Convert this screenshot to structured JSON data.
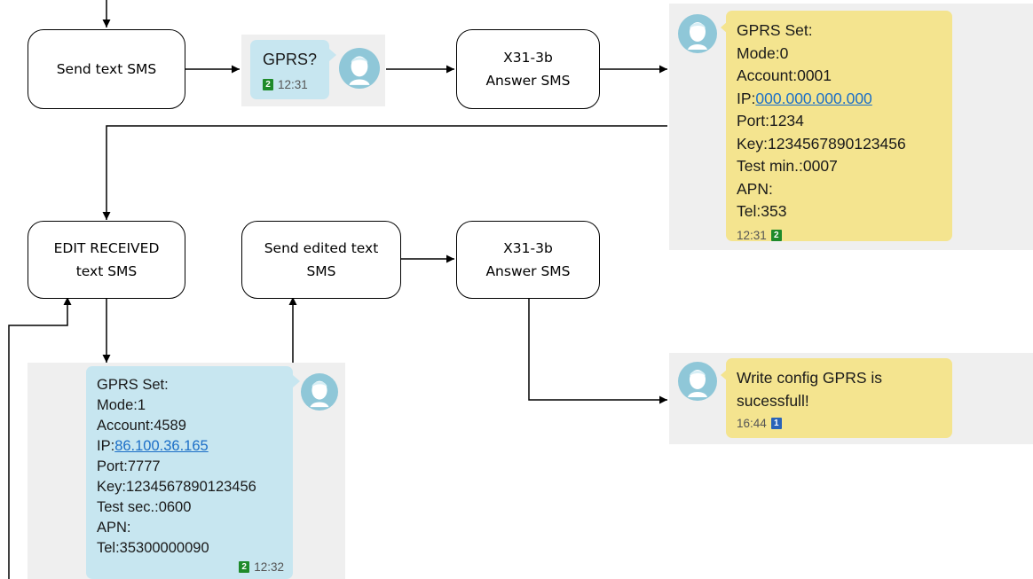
{
  "colors": {
    "bubble_sent": "#c7e6f0",
    "bubble_received": "#f4e48f",
    "panel_background": "#efefef",
    "link": "#1c6fc7",
    "sim_badge_2": "#1e8a2a",
    "sim_badge_1": "#2a63b8",
    "avatar": "#8fc7d8"
  },
  "nodes": {
    "send_text_sms": "Send text SMS",
    "answer_sms_1": "X31-3b\nAnswer SMS",
    "edit_received": "EDIT RECEIVED\ntext SMS",
    "send_edited": "Send edited text\nSMS",
    "answer_sms_2": "X31-3b\nAnswer SMS"
  },
  "messages": {
    "query": {
      "text": "GPRS?",
      "sim": "2",
      "time": "12:31"
    },
    "reply_current": {
      "lines": {
        "l1": "GPRS Set:",
        "l2": "Mode:0",
        "l3": "Account:0001",
        "ip_prefix": "IP:",
        "ip_value": "000.000.000.000",
        "l5": "Port:1234",
        "l6": "Key:1234567890123456",
        "l7": "Test min.:0007",
        "l8": "APN:",
        "l9": "Tel:353"
      },
      "time": "12:31",
      "sim": "2"
    },
    "edited_config": {
      "lines": {
        "l1": "GPRS Set:",
        "l2": "Mode:1",
        "l3": "Account:4589",
        "ip_prefix": "IP:",
        "ip_value": "86.100.36.165",
        "l5": "Port:7777",
        "l6": "Key:1234567890123456",
        "l7": "Test sec.:0600",
        "l8": "APN:",
        "l9": "Tel:35300000090"
      },
      "sim": "2",
      "time": "12:32"
    },
    "confirmation": {
      "line1": "Write config GPRS is",
      "line2": "sucessfull!",
      "time": "16:44",
      "sim": "1"
    }
  }
}
